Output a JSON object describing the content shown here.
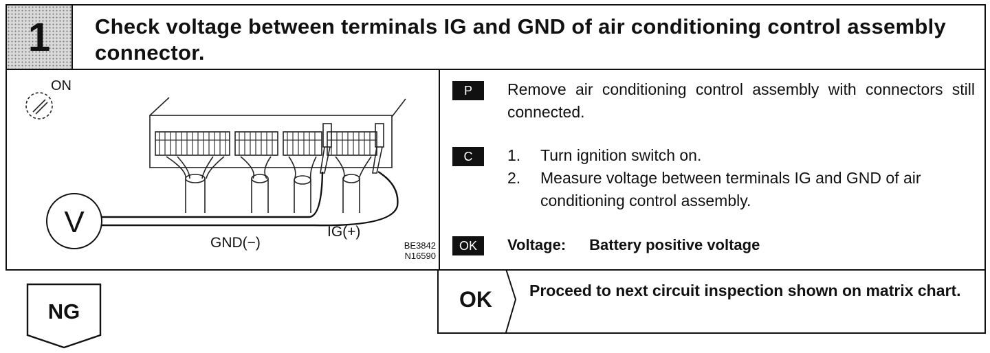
{
  "header": {
    "step_number": "1",
    "title": "Check voltage between terminals IG and GND of air conditioning control assembly connector."
  },
  "diagram": {
    "switch_label": "ON",
    "meter_symbol": "V",
    "gnd_label": "GND(−)",
    "ig_label": "IG(+)",
    "code_line1": "BE3842",
    "code_line2": "N16590"
  },
  "instructions": {
    "prep_tag": "P",
    "prep_text": "Remove air conditioning control assembly with connectors still connected.",
    "check_tag": "C",
    "steps": [
      {
        "num": "1.",
        "text": "Turn ignition switch on."
      },
      {
        "num": "2.",
        "text": "Measure voltage between terminals IG and GND of air conditioning control assembly."
      }
    ],
    "ok_tag": "OK",
    "result_label": "Voltage:",
    "result_value": "Battery positive voltage"
  },
  "outcomes": {
    "ng_label": "NG",
    "ok_label": "OK",
    "ok_action": "Proceed to next circuit inspection shown on matrix chart."
  }
}
